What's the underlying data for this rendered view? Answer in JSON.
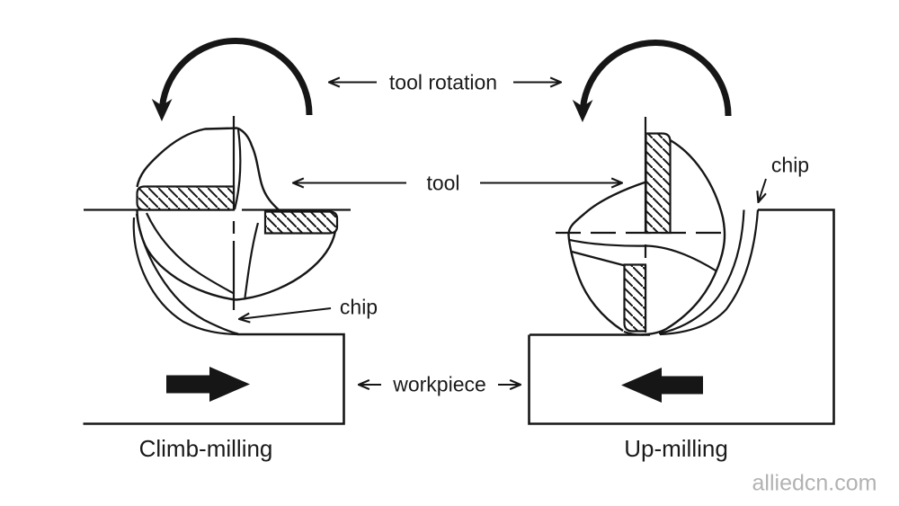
{
  "diagram": {
    "labels": {
      "tool_rotation": "tool rotation",
      "tool": "tool",
      "chip_left": "chip",
      "chip_right": "chip",
      "workpiece": "workpiece"
    },
    "captions": {
      "left_method": "Climb-milling",
      "right_method": "Up-milling"
    },
    "watermark": "alliedcn.com",
    "colors": {
      "line": "#161616",
      "text": "#1a1a1a",
      "watermark": "#b2b2b2",
      "background": "#ffffff"
    }
  }
}
